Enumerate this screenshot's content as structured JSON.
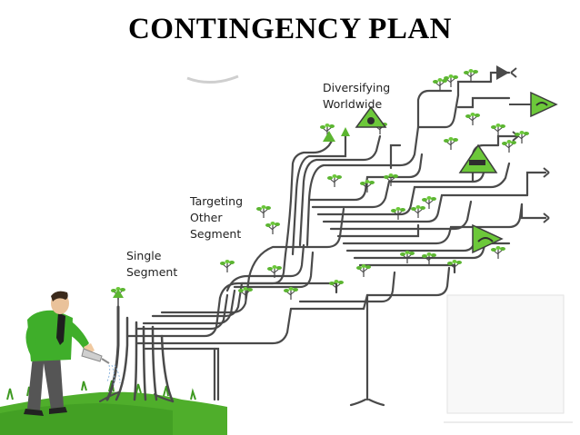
{
  "title": "CONTINGENCY PLAN",
  "stages": [
    {
      "lines": [
        "Single",
        "Segment"
      ]
    },
    {
      "lines": [
        "Targeting",
        "Other",
        "Segment"
      ]
    },
    {
      "lines": [
        "Diversifying",
        "Worldwide"
      ]
    }
  ],
  "colors": {
    "background": "#ffffff",
    "branch": "#4a4a4a",
    "leaf": "#5cb531",
    "shirt": "#3fae2a",
    "grass": "#4fae2b",
    "sign": "#6cc83a"
  },
  "icons": [
    "gardener-figure",
    "watering-can-icon",
    "tree-staircase",
    "arrow-sign-icon",
    "triangle-sign-icon"
  ]
}
